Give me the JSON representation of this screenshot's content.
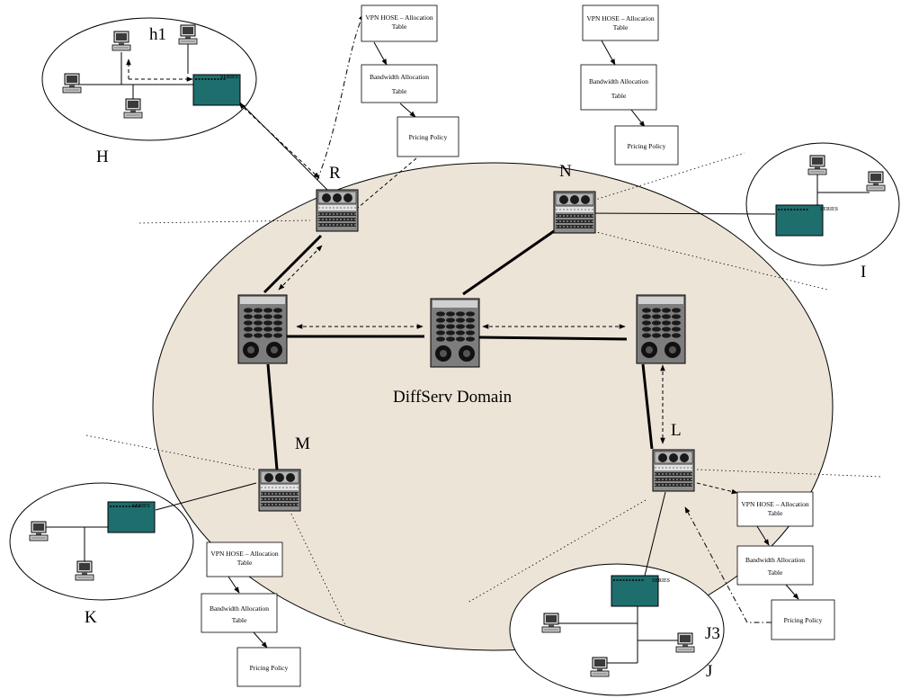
{
  "domain_label": "DiffServ Domain",
  "router_labels": {
    "r": "R",
    "n": "N",
    "m": "M",
    "l": "L"
  },
  "site_labels": {
    "h": "H",
    "i": "I",
    "k": "K",
    "j": "J"
  },
  "host_labels": {
    "h1": "h1",
    "j3": "J3"
  },
  "switch_text": "SERIES",
  "tables": {
    "vpn_hose": "VPN HOSE – Allocation",
    "vpn_hose_2": "Table",
    "bandwidth": "Bandwidth Allocation",
    "bandwidth_2": "Table",
    "pricing": "Pricing Policy"
  },
  "colors": {
    "domain_fill": "#ede4d8",
    "switch_fill": "#1e6e6e",
    "router_fill": "#8c8c8c"
  }
}
